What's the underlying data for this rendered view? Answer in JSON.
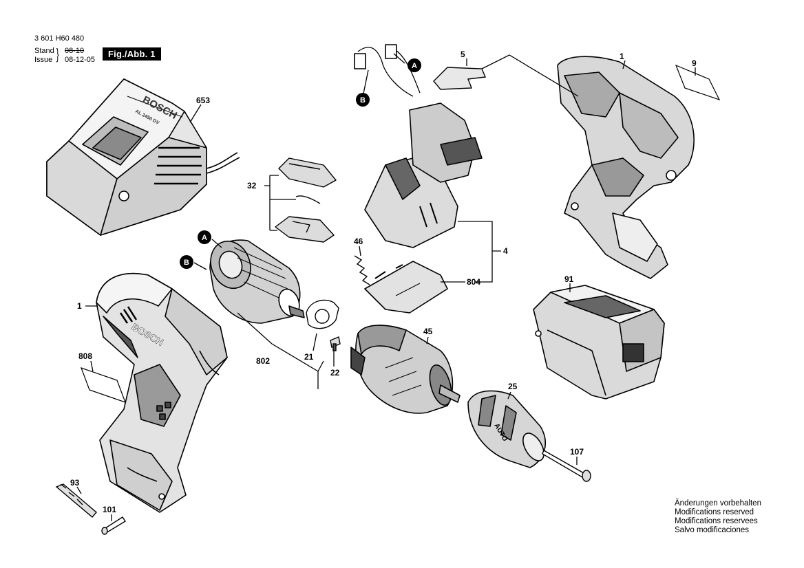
{
  "header": {
    "part_number": "3 601 H60 480",
    "stand_label": "Stand",
    "stand_value": "08-10",
    "issue_label": "Issue",
    "issue_value": "08-12-05",
    "figure_label": "Fig./Abb. 1"
  },
  "parts": {
    "p1_housing": "1",
    "p1_handle": "1",
    "p4": "4",
    "p5": "5",
    "p9": "9",
    "p21": "21",
    "p22": "22",
    "p25": "25",
    "p32": "32",
    "p45": "45",
    "p46": "46",
    "p91": "91",
    "p93": "93",
    "p101": "101",
    "p107": "107",
    "p653": "653",
    "p802": "802",
    "p804": "804",
    "p808": "808"
  },
  "connectors": {
    "a_top": "A",
    "b_top": "B",
    "a_motor": "A",
    "b_motor": "B"
  },
  "brand": {
    "charger_brand": "BOSCH",
    "charger_model": "AL 2450 DV",
    "tool_brand": "BOSCH",
    "chuck_text": "AUTO"
  },
  "notes": [
    "Änderungen vorbehalten",
    "Modifications reserved",
    "Modifications reservees",
    "Salvo modificaciones"
  ],
  "colors": {
    "line": "#000000",
    "shade": "#d9d9d9",
    "mid": "#9a9a9a",
    "dark": "#3a3a3a",
    "label_bg": "#000000"
  }
}
